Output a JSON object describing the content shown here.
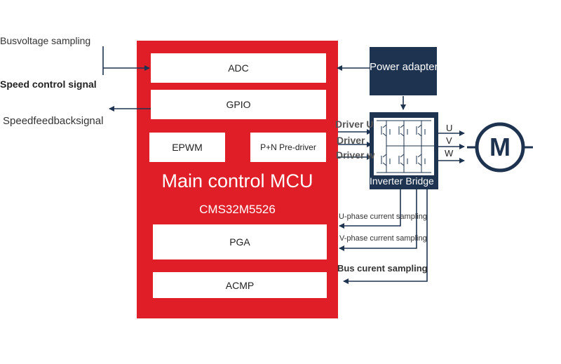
{
  "mcu": {
    "title": "Main control MCU",
    "model": "CMS32M5526",
    "blocks": {
      "adc": "ADC",
      "gpio": "GPIO",
      "epwm": "EPWM",
      "predriver": "P+N Pre-driver",
      "pga": "PGA",
      "acmp": "ACMP"
    }
  },
  "external": {
    "bus_voltage": "Busvoltage sampling",
    "speed_control": "Speed control signal",
    "speed_feedback": "Speedfeedbacksignal"
  },
  "power_adapter": "Power adapter",
  "inverter": {
    "label": "Inverter Bridge",
    "driver_u": "Driver U",
    "driver_v": "Driver",
    "driver_w": "Driver w",
    "phases": [
      "U",
      "V",
      "W"
    ]
  },
  "motor": {
    "symbol": "M"
  },
  "sampling": {
    "u_phase": "U-phase current sampling",
    "v_phase": "V-phase current sampling",
    "bus": "Bus curent sampling"
  },
  "colors": {
    "mcu_red": "#e01e28",
    "navy": "#1e3350",
    "line": "#1e3350"
  }
}
